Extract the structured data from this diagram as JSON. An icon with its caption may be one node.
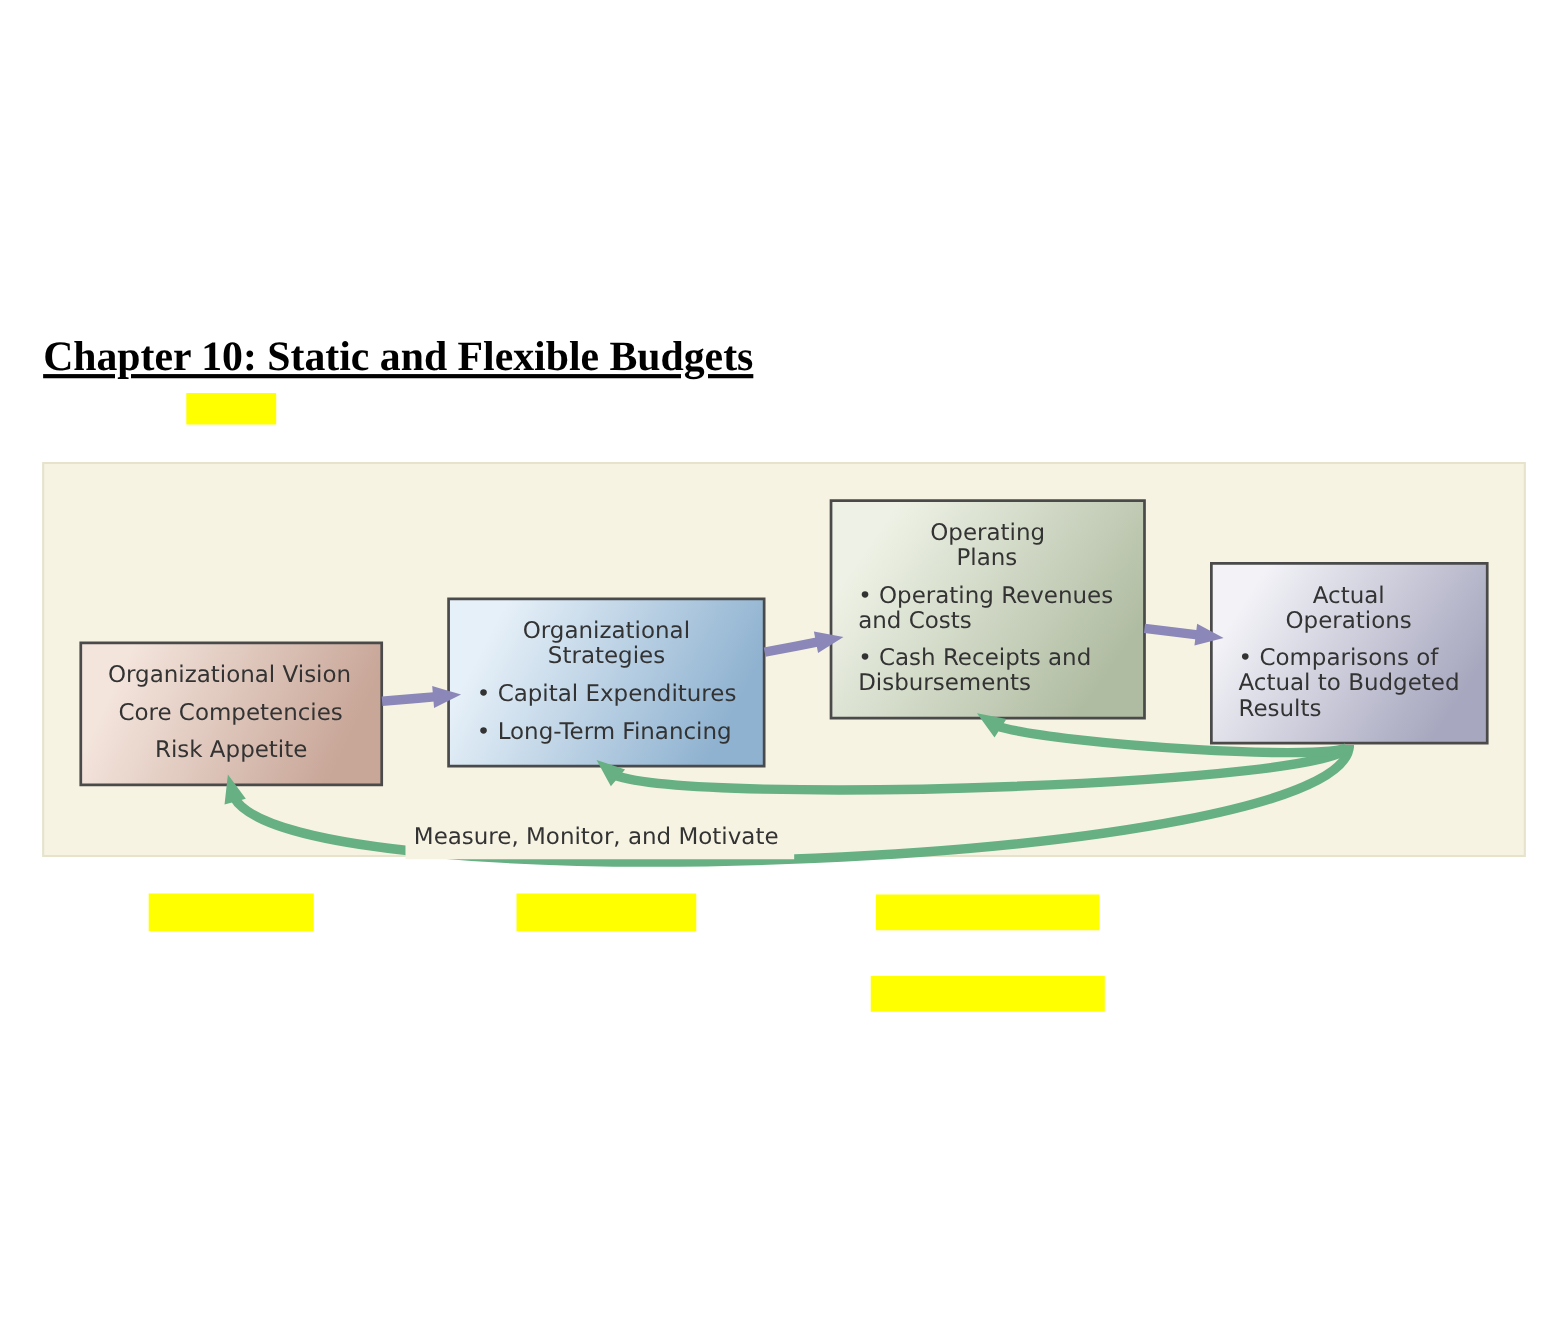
{
  "diagram": {
    "title": "Chapter 10: Static and Flexible Budgets",
    "nodes": [
      {
        "text": [],
        "shape": "bar"
      },
      {
        "text": [],
        "shape": "box"
      },
      {
        "text": [
          "Organizational Vision",
          "Core Competencies",
          "Risk Appetite"
        ],
        "in": 1
      },
      {
        "text": [
          "Organizational Strategies",
          "• Capital Expenditures",
          "• Long-Term Financing"
        ],
        "in": 1
      },
      {
        "text": [
          "Operating Plans",
          "• Operating Revenues and Costs",
          "• Cash Receipts and Disbursements"
        ],
        "in": 1
      },
      {
        "text": [
          "Actual Operations",
          "• Comparisons of Actual to Budgeted Results"
        ],
        "in": 1
      },
      {
        "text": [],
        "shape": "bar"
      },
      {
        "text": [],
        "shape": "bar"
      },
      {
        "text": [],
        "shape": "bar"
      },
      {
        "text": [],
        "shape": "bar"
      }
    ],
    "edges": [
      {
        "from": 2,
        "to": 3,
        "arrow": "to",
        "color": "#8b87b8"
      },
      {
        "from": 3,
        "to": 4,
        "arrow": "to",
        "color": "#8b87b8"
      },
      {
        "from": 4,
        "to": 5,
        "arrow": "to",
        "color": "#8b87b8"
      },
      {
        "from": 5,
        "to": 2,
        "arrow": "to",
        "label": "Measure, Monitor, and Motivate",
        "color": "#66b083"
      },
      {
        "from": 5,
        "to": 3,
        "arrow": "to",
        "color": "#66b083"
      },
      {
        "from": 5,
        "to": 4,
        "arrow": "to",
        "color": "#66b083"
      }
    ]
  }
}
